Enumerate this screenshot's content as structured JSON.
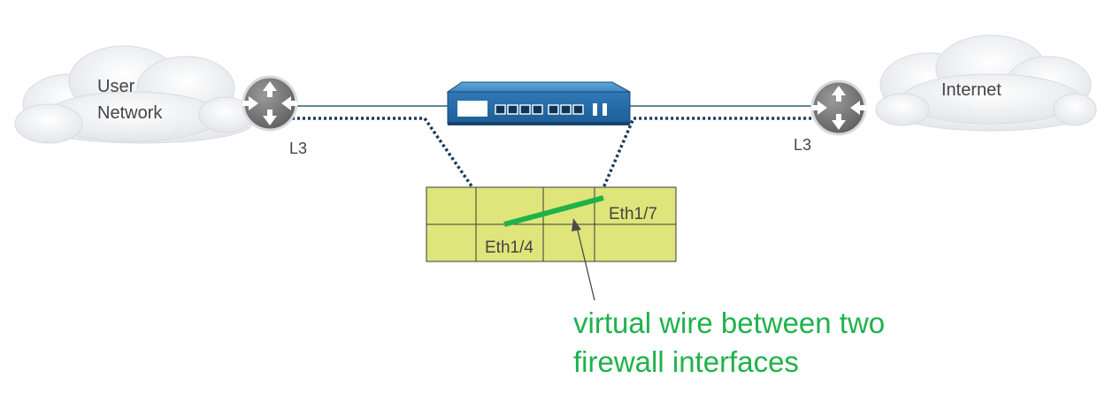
{
  "clouds": {
    "left_label_line1": "User",
    "left_label_line2": "Network",
    "right_label": "Internet"
  },
  "links": {
    "left_layer": "L3",
    "right_layer": "L3"
  },
  "interfaces": {
    "port_a": "Eth1/4",
    "port_b": "Eth1/7"
  },
  "annotation": {
    "line1": "virtual wire between two",
    "line2": "firewall interfaces"
  },
  "colors": {
    "vwire": "#1fb24a",
    "annotation_text": "#1fb24a",
    "interface_grid_fill": "#dfe57a",
    "firewall_body": "#2a6fa8",
    "router": "#7d7d7d",
    "link_line": "#2c5f7a",
    "dotted_path": "#1b3a5c"
  },
  "icons": {
    "router": "router-icon",
    "firewall": "firewall-appliance-icon",
    "cloud": "cloud-icon"
  }
}
